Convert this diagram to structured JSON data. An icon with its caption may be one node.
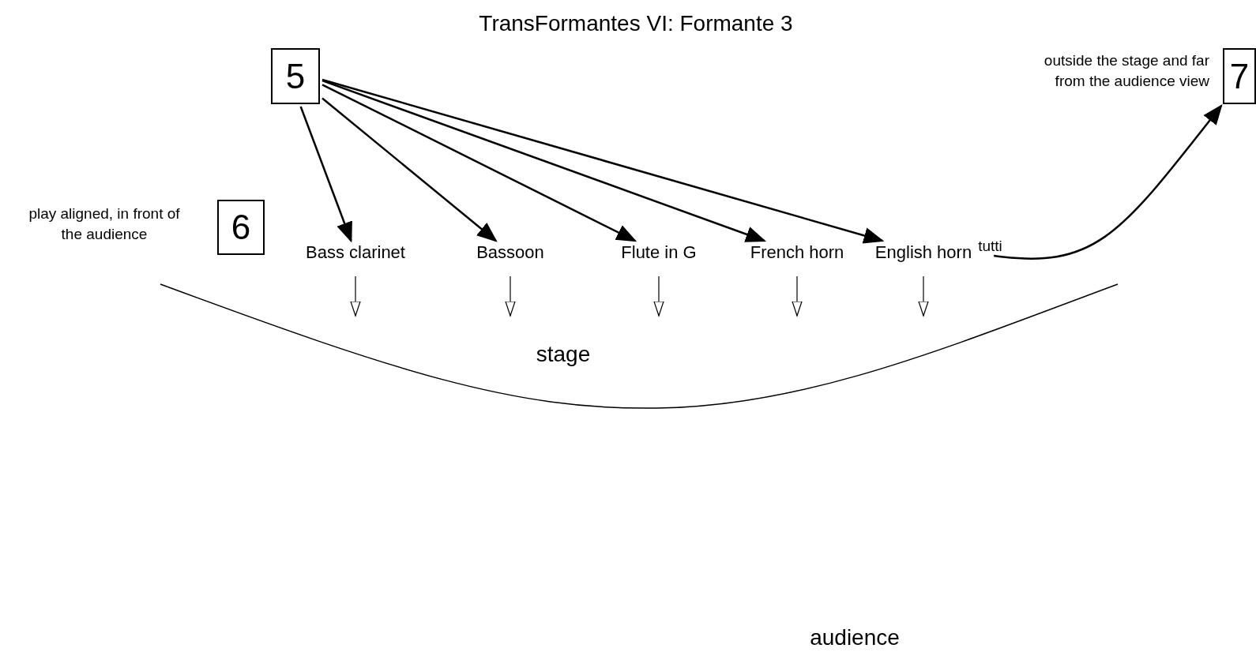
{
  "diagram": {
    "title": "TransFormantes VI: Formante 3",
    "nodes": [
      {
        "text": [
          "5"
        ]
      },
      {
        "text": [
          "6"
        ],
        "beside": [
          "play aligned, in front of the audience"
        ]
      },
      {
        "text": [
          "7"
        ],
        "beside": [
          "outside the stage and far from the audience view"
        ]
      },
      {
        "text": [
          "Bass clarinet"
        ]
      },
      {
        "text": [
          "Bassoon"
        ]
      },
      {
        "text": [
          "Flute in G"
        ]
      },
      {
        "text": [
          "French horn"
        ]
      },
      {
        "text": [
          "English horn"
        ]
      }
    ],
    "edges": [
      {
        "from": 0,
        "to": 3,
        "arrow": "to"
      },
      {
        "from": 0,
        "to": 4,
        "arrow": "to"
      },
      {
        "from": 0,
        "to": 5,
        "arrow": "to"
      },
      {
        "from": 0,
        "to": 6,
        "arrow": "to"
      },
      {
        "from": 0,
        "to": 7,
        "arrow": "to"
      },
      {
        "from": 7,
        "to": 2,
        "arrow": "to",
        "label": "tutti"
      }
    ],
    "labels": [
      "stage",
      "audience"
    ]
  }
}
